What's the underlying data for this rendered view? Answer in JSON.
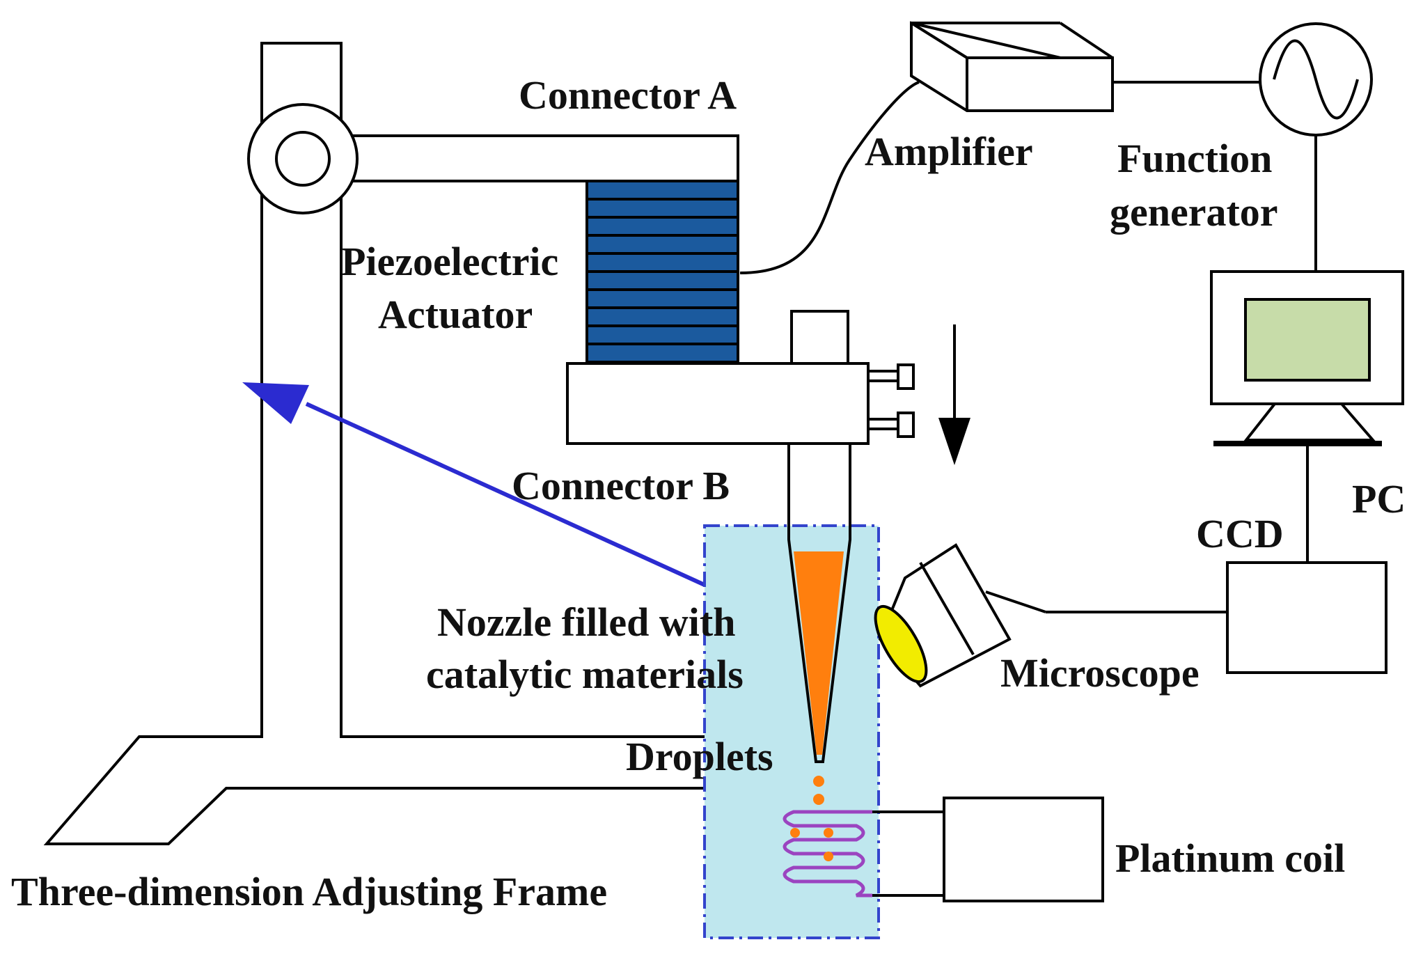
{
  "labels": {
    "connector_a": "Connector A",
    "amplifier": "Amplifier",
    "function_generator_1": "Function",
    "function_generator_2": "generator",
    "piezo_1": "Piezoelectric",
    "piezo_2": "Actuator",
    "connector_b": "Connector B",
    "pc": "PC",
    "ccd": "CCD",
    "nozzle_1": "Nozzle filled with",
    "nozzle_2": "catalytic materials",
    "microscope": "Microscope",
    "droplets": "Droplets",
    "platinum_coil": "Platinum coil",
    "frame": "Three-dimension Adjusting Frame"
  },
  "colors": {
    "piezo_blue": "#1b5a9e",
    "arrow_blue": "#2b2bd0",
    "nozzle_orange": "#ff7f0e",
    "zone_fill": "#bfe7ee",
    "zone_border": "#3344cc",
    "screen_green": "#c7dca9",
    "coil_purple": "#9b44c0",
    "lens_yellow": "#f2ec00"
  },
  "icons": {
    "frame": "adjusting-frame-icon",
    "piezo": "piezo-stack-icon",
    "amplifier": "amplifier-box-icon",
    "function_generator": "sine-wave-icon",
    "pc": "monitor-icon",
    "ccd": "ccd-box-icon",
    "microscope": "microscope-icon",
    "coil": "platinum-coil-icon"
  }
}
